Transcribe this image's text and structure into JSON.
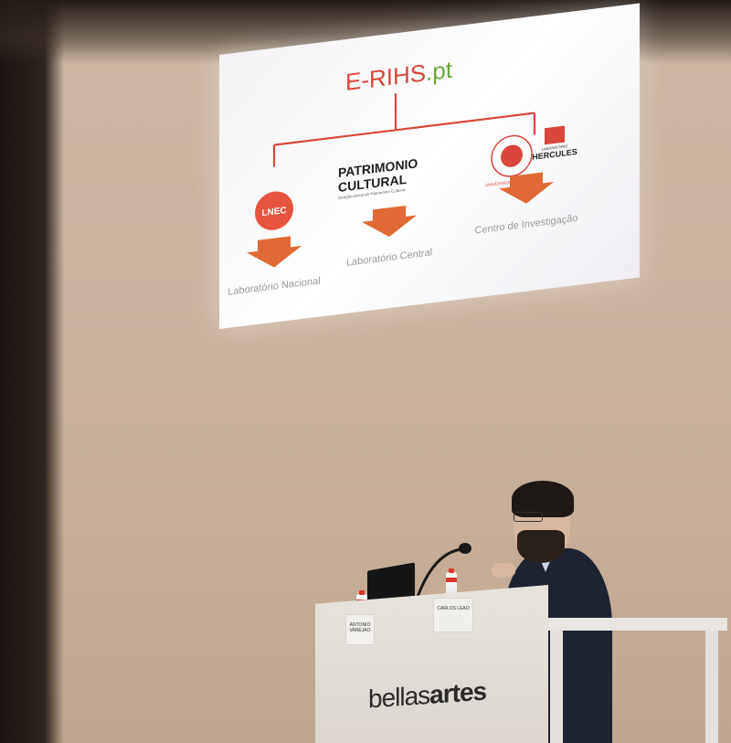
{
  "slide": {
    "title": {
      "prefix": "E-RIHS",
      "suffix": ".pt"
    },
    "branches": [
      {
        "logo": {
          "name": "lnec-logo",
          "text": "LNEC",
          "color": "#e8533d"
        },
        "label": "Laboratório Nacional"
      },
      {
        "logo": {
          "name": "patrimonio-cultural-logo",
          "line1": "PATRIMONIO",
          "line2": "CULTURAL",
          "subline": "Direção-Geral do Património Cultural"
        },
        "label": "Laboratório Central"
      },
      {
        "logos": [
          {
            "name": "universidade-de-evora-seal",
            "text": "UNIVERSIDADE DE ÉVORA"
          },
          {
            "name": "laboratorio-hercules-logo",
            "top": "LABORATÓRIO",
            "main": "HERCULES"
          }
        ],
        "label": "Centro de Investigação"
      }
    ],
    "colors": {
      "accent": "#e8533d",
      "title_red": "#d9463a",
      "title_green": "#6aa83a",
      "label": "#9a9a9a"
    }
  },
  "stage": {
    "podium_brand": {
      "thin": "bellas",
      "bold": "artes"
    },
    "nameplates": [
      {
        "name": "left",
        "text": "ANTONIO VAREJAO"
      },
      {
        "name": "right",
        "text": "CARLOS LEAO"
      }
    ]
  }
}
